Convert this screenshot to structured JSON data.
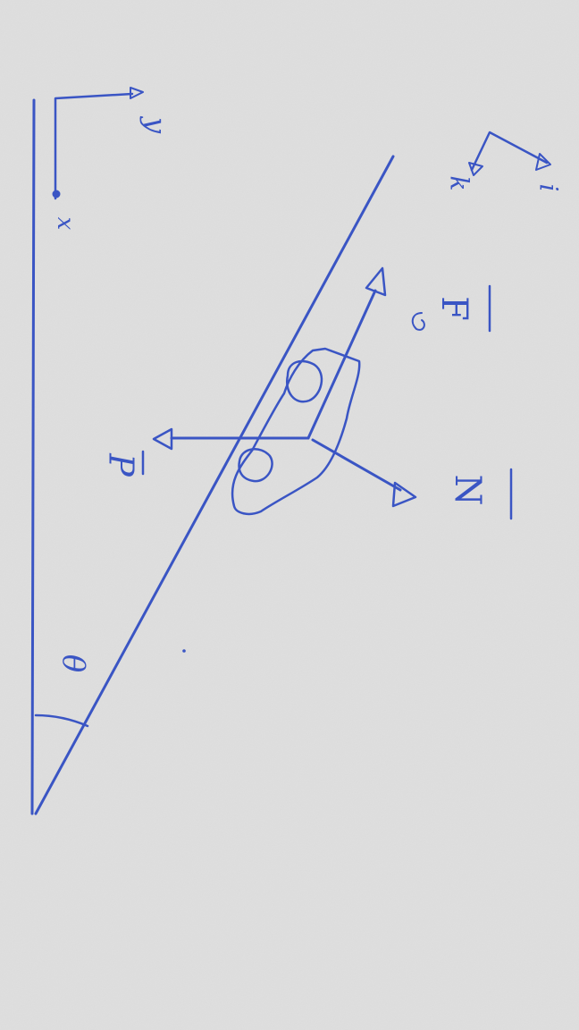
{
  "paper": {
    "background": "#dcdcdc",
    "ink": "#3a55c4"
  },
  "labels": {
    "theta": "θ",
    "axis_x": "x",
    "axis_y": "y",
    "force_p": "P",
    "force_n": "N",
    "force_f": "F",
    "unit_i": "i",
    "unit_k": "k"
  },
  "icons": {
    "block": "block-icon",
    "vector_arrow": "arrowhead-icon",
    "angle_arc": "angle-arc-icon"
  }
}
